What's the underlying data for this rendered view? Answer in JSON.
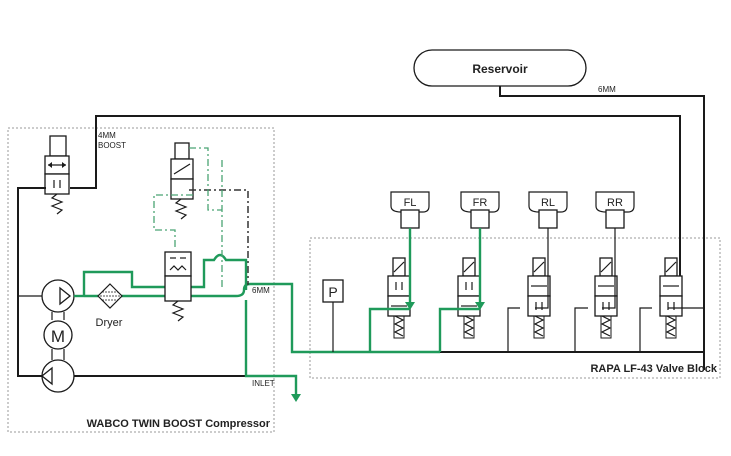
{
  "diagram": {
    "reservoir_label": "Reservoir",
    "line_labels": {
      "reservoir_line": "6MM",
      "boost_size": "4MM",
      "boost": "BOOST",
      "supply_line": "6MM",
      "inlet": "INLET"
    },
    "compressor": {
      "title": "WABCO TWIN BOOST Compressor",
      "motor_label": "M",
      "dryer_label": "Dryer"
    },
    "valve_block": {
      "title": "RAPA LF-43 Valve Block",
      "pressure_sensor_label": "P",
      "corners": [
        "FL",
        "FR",
        "RL",
        "RR"
      ]
    },
    "colors": {
      "active_line": "#1f9a5a",
      "pilot_line": "#4aa574",
      "line": "#1a1a1a",
      "boundary": "#9a9a9a"
    }
  }
}
